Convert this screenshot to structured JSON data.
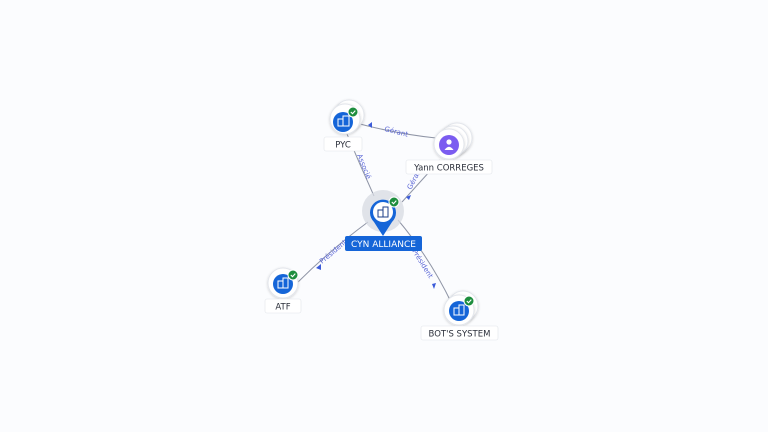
{
  "nodes": {
    "cyn_alliance": {
      "label": "CYN ALLIANCE",
      "icon": "building-icon",
      "verified": true
    },
    "pyc": {
      "label": "PYC",
      "icon": "building-icon",
      "verified": true
    },
    "yann": {
      "label": "Yann CORREGES",
      "icon": "person-icon"
    },
    "atf": {
      "label": "ATF",
      "icon": "building-icon",
      "verified": true
    },
    "bots": {
      "label": "BOT'S SYSTEM",
      "icon": "building-icon",
      "verified": true
    }
  },
  "edges": {
    "yann_pyc": {
      "label": "Gérant"
    },
    "pyc_cyn": {
      "label": "Associé"
    },
    "yann_cyn": {
      "label": "Gérant"
    },
    "cyn_atf": {
      "label": "Président"
    },
    "cyn_bots": {
      "label": "Président"
    }
  },
  "colors": {
    "brand_blue": "#1565d8",
    "verified_green": "#1e8e3e",
    "person_purple": "#7b5cf0"
  }
}
